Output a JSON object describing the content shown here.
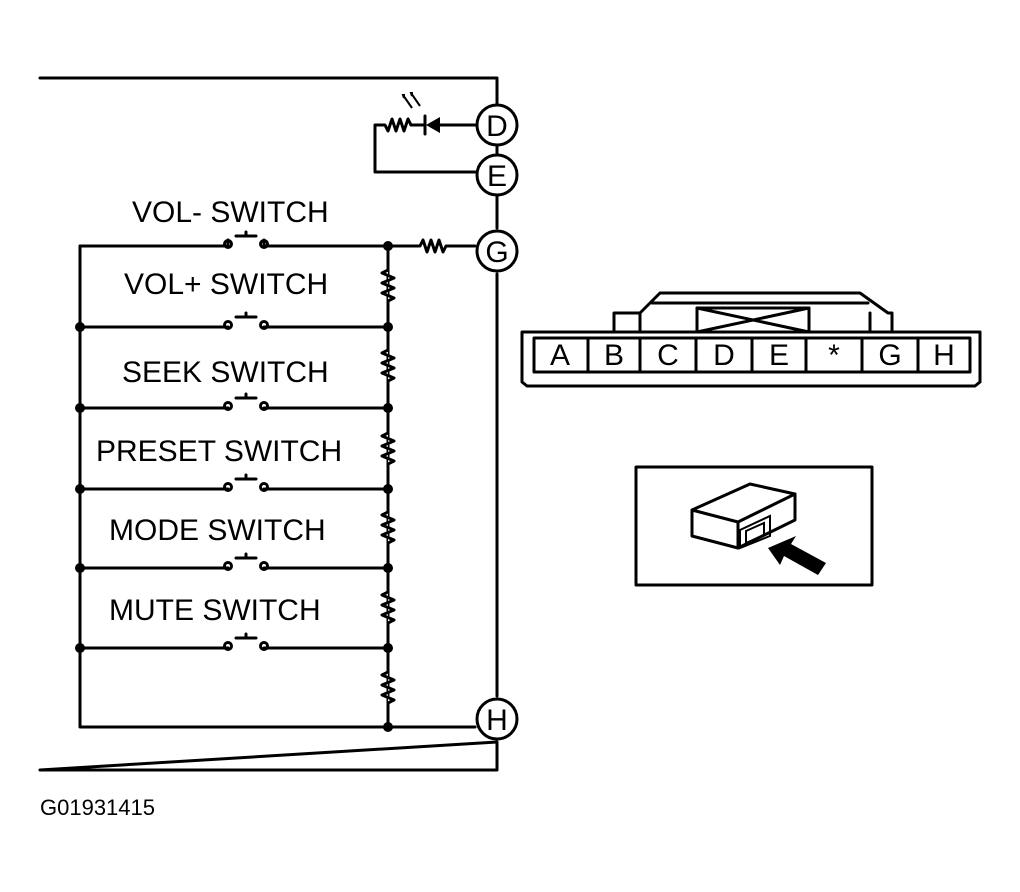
{
  "switch_labels": [
    "VOL- SWITCH",
    "VOL+ SWITCH",
    "SEEK SWITCH",
    "PRESET SWITCH",
    "MODE SWITCH",
    "MUTE SWITCH"
  ],
  "terminals": [
    "D",
    "E",
    "G",
    "H"
  ],
  "connector_pins": [
    "A",
    "B",
    "C",
    "D",
    "E",
    "*",
    "G",
    "H"
  ],
  "figure_id": "G01931415"
}
